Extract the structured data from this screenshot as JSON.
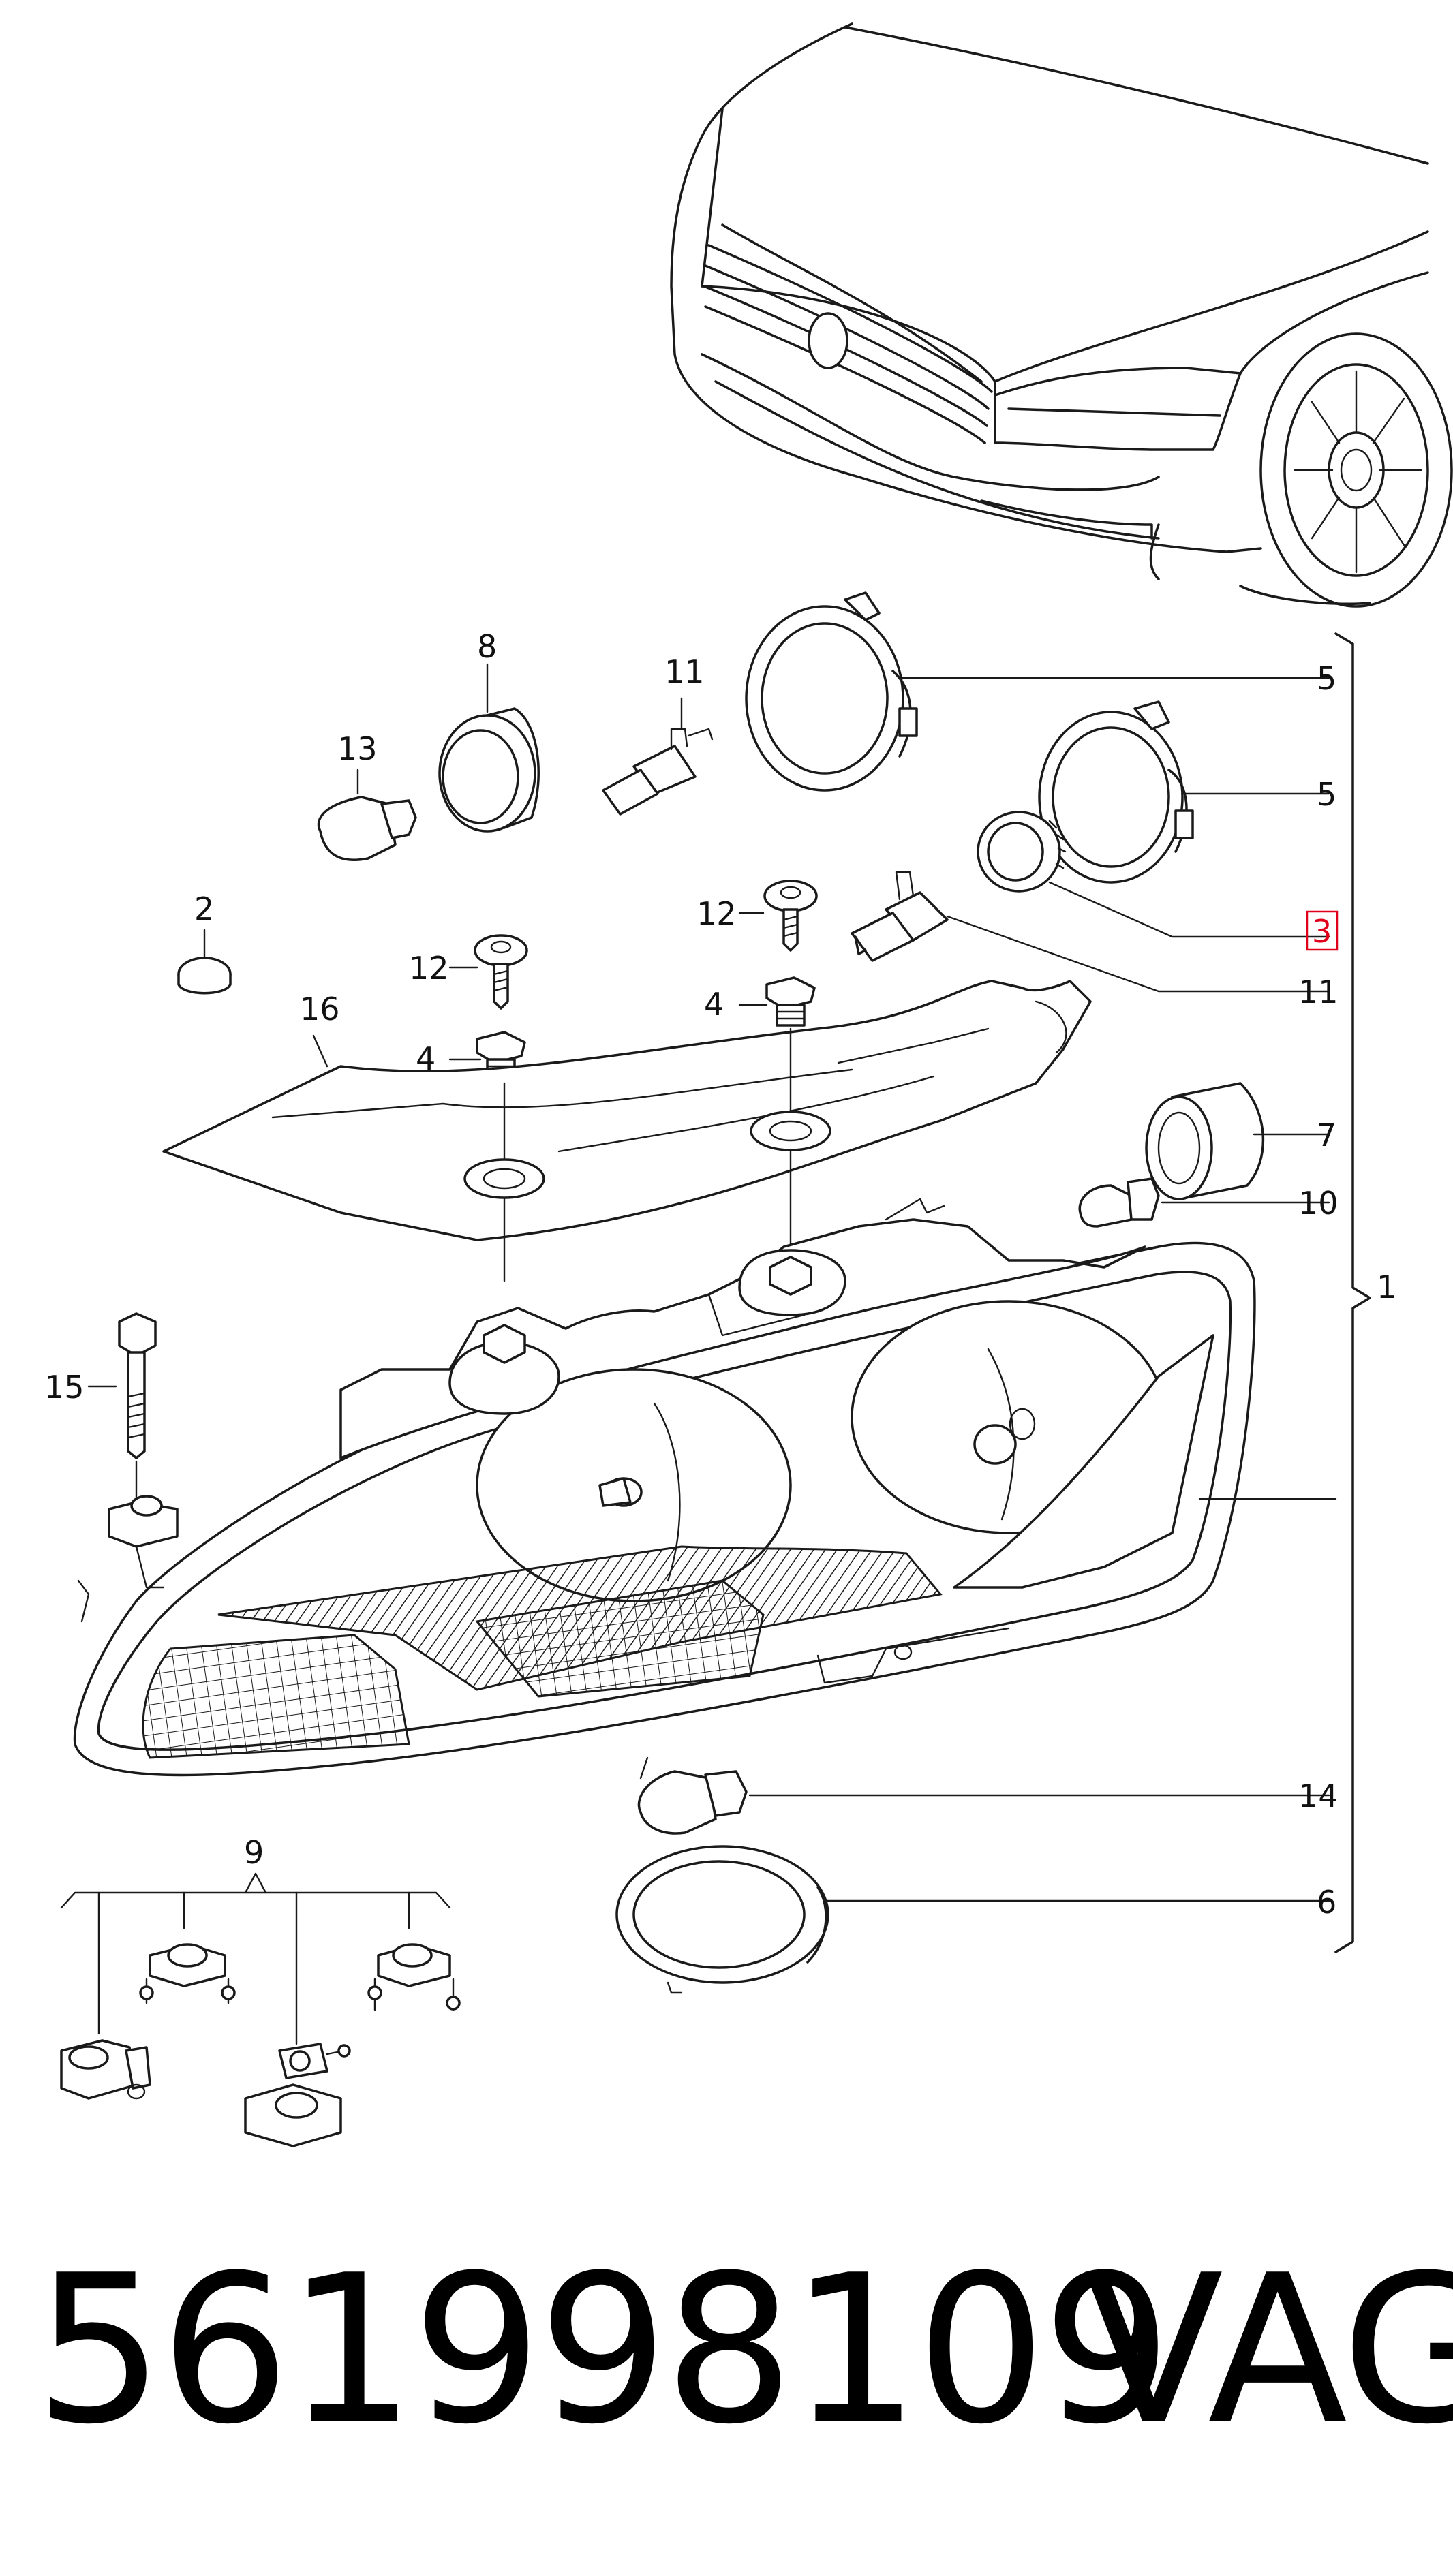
{
  "labels": {
    "l1": "1",
    "l2": "2",
    "l3": "3",
    "l4a": "4",
    "l4b": "4",
    "l5a": "5",
    "l5b": "5",
    "l6": "6",
    "l7": "7",
    "l8": "8",
    "l9": "9",
    "l10": "10",
    "l11a": "11",
    "l11b": "11",
    "l12a": "12",
    "l12b": "12",
    "l13": "13",
    "l14": "14",
    "l15": "15",
    "l16": "16"
  },
  "highlight_color": "#e0001a",
  "footer": {
    "part_number": "561998109",
    "brand": "VAG"
  }
}
